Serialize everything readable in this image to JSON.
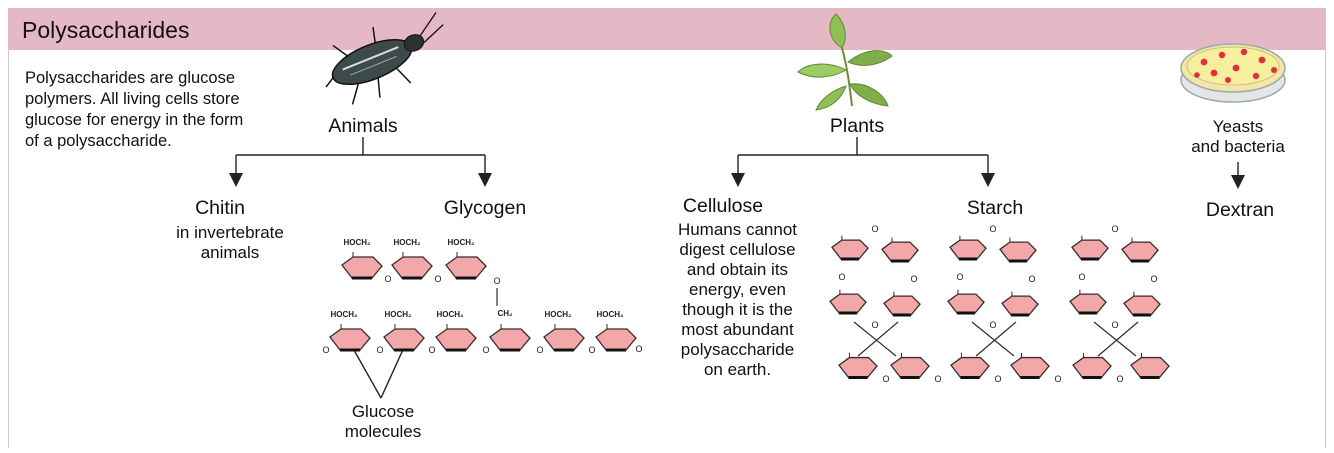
{
  "header": {
    "title": "Polysaccharides"
  },
  "intro": "Polysaccharides are glucose\npolymers. All living cells store\nglucose for energy in the form\nof a polysaccharide.",
  "groups": {
    "animals": "Animals",
    "plants": "Plants",
    "microbes": "Yeasts\nand bacteria"
  },
  "polymers": {
    "chitin": {
      "name": "Chitin",
      "note": "in invertebrate\nanimals"
    },
    "glycogen": {
      "name": "Glycogen"
    },
    "cellulose": {
      "name": "Cellulose",
      "note": "Humans cannot\ndigest cellulose\nand obtain its\nenergy, even\nthough it is the\nmost abundant\npolysaccharide\non earth."
    },
    "starch": {
      "name": "Starch"
    },
    "dextran": {
      "name": "Dextran"
    }
  },
  "glucose_label": "Glucose\nmolecules",
  "chem_labels": {
    "hoch2": "HOCH₂",
    "ch2": "CH₂",
    "oxygen": "O"
  },
  "colors": {
    "header": "#e5b8c6",
    "ring": "#f2a8a8",
    "ring_stroke": "#3a2a2a",
    "leaf": "#7fae4a",
    "dish_dots": "#e0303a"
  },
  "icons": [
    "beetle-icon",
    "plant-sprig-icon",
    "petri-dish-icon"
  ]
}
